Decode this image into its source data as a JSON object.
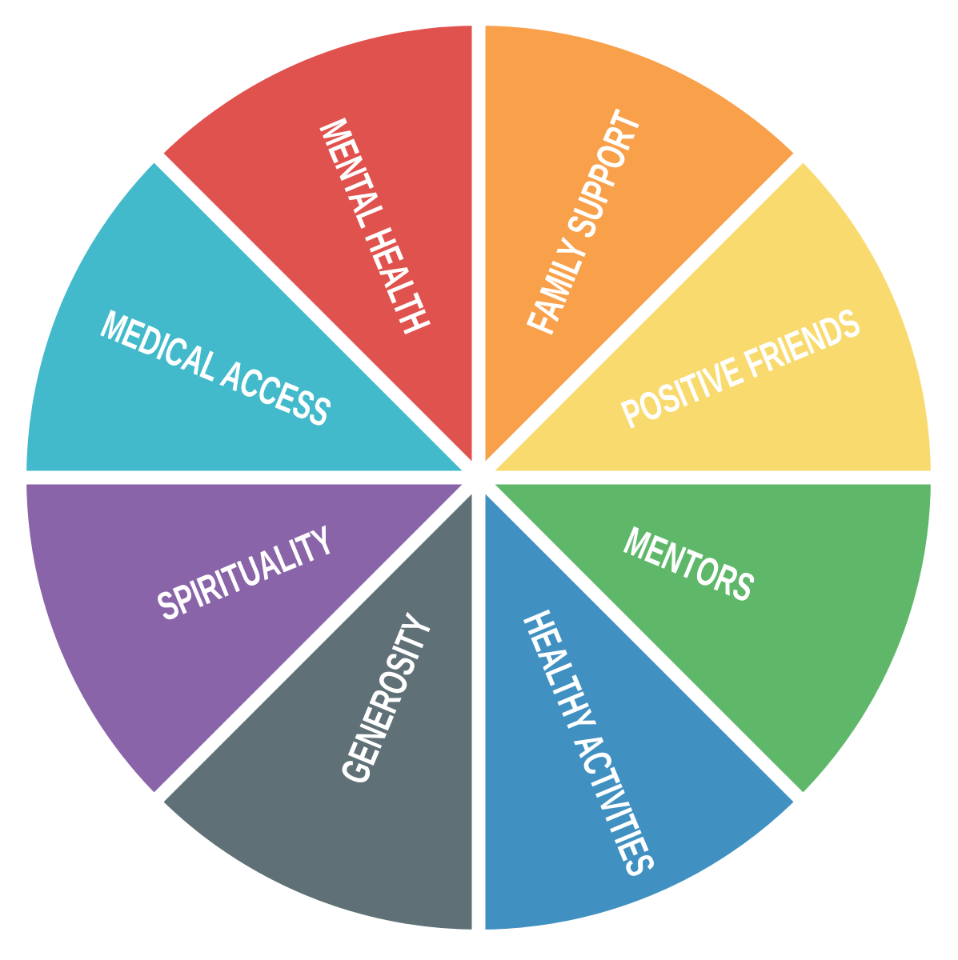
{
  "diagram": {
    "type": "wheel",
    "segments": [
      {
        "label": "FAMILY SUPPORT",
        "color": "#F9A04B"
      },
      {
        "label": "POSITIVE FRIENDS",
        "color": "#F8DA6E"
      },
      {
        "label": "MENTORS",
        "color": "#5FB76A"
      },
      {
        "label": "HEALTHY ACTIVITIES",
        "color": "#4091C2"
      },
      {
        "label": "GENEROSITY",
        "color": "#5F7077"
      },
      {
        "label": "SPIRITUALITY",
        "color": "#8A64A8"
      },
      {
        "label": "MEDICAL ACCESS",
        "color": "#42BACB"
      },
      {
        "label": "MENTAL HEALTH",
        "color": "#E0524D"
      }
    ]
  }
}
